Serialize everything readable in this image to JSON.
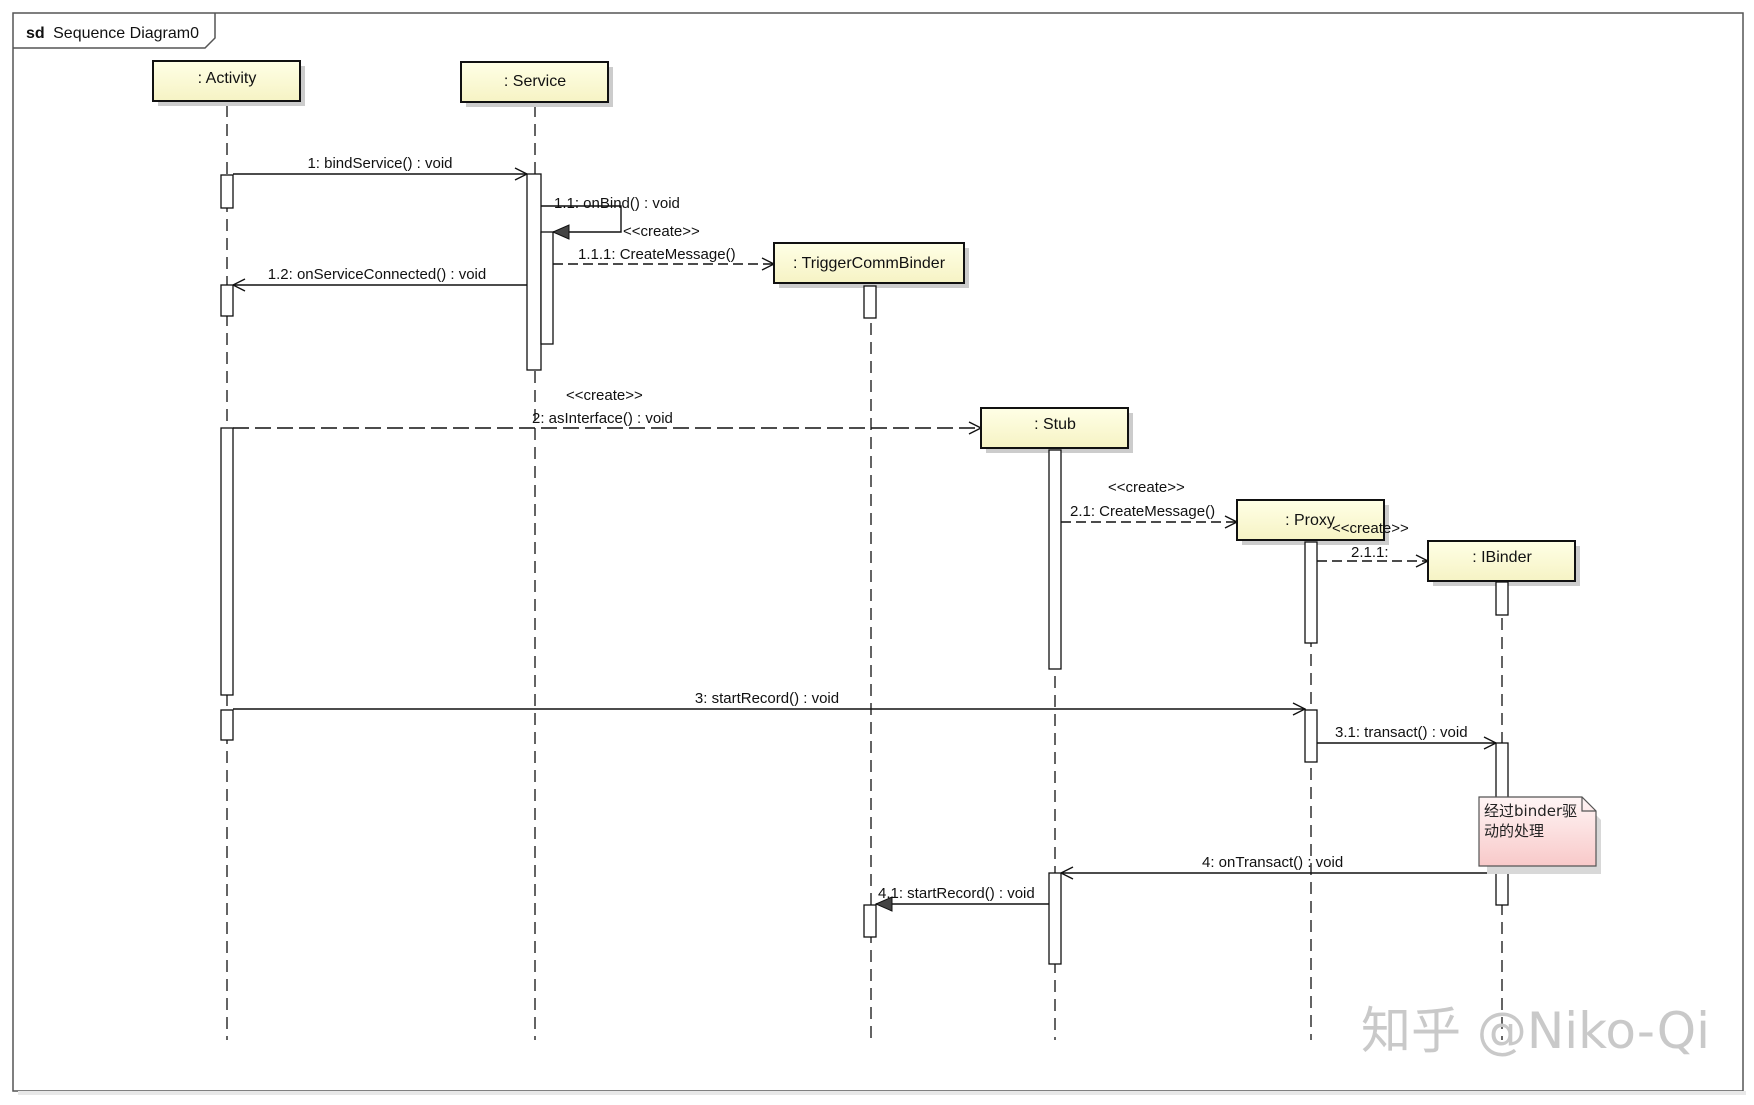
{
  "frame": {
    "keyword": "sd",
    "name": "Sequence Diagram0"
  },
  "lifelines": [
    {
      "id": "activity",
      "label": ": Activity"
    },
    {
      "id": "service",
      "label": ": Service"
    },
    {
      "id": "triggercommbinder",
      "label": ": TriggerCommBinder"
    },
    {
      "id": "stub",
      "label": ": Stub"
    },
    {
      "id": "proxy",
      "label": ": Proxy"
    },
    {
      "id": "ibinder",
      "label": ": IBinder"
    }
  ],
  "messages": [
    {
      "id": "m1",
      "label": "1: bindService() : void",
      "from": "activity",
      "to": "service",
      "kind": "sync"
    },
    {
      "id": "m1_1",
      "label": "1.1: onBind() : void",
      "from": "service",
      "to": "service",
      "kind": "self"
    },
    {
      "id": "m1_1_1",
      "label": "1.1.1: CreateMessage()",
      "stereotype": "<<create>>",
      "from": "service",
      "to": "triggercommbinder",
      "kind": "create"
    },
    {
      "id": "m1_2",
      "label": "1.2: onServiceConnected() : void",
      "from": "service",
      "to": "activity",
      "kind": "sync"
    },
    {
      "id": "m2",
      "label": "2: asInterface() : void",
      "stereotype": "<<create>>",
      "from": "activity",
      "to": "stub",
      "kind": "create"
    },
    {
      "id": "m2_1",
      "label": "2.1: CreateMessage()",
      "stereotype": "<<create>>",
      "from": "stub",
      "to": "proxy",
      "kind": "create"
    },
    {
      "id": "m2_1_1",
      "label": "2.1.1:",
      "stereotype": "<<create>>",
      "from": "proxy",
      "to": "ibinder",
      "kind": "create"
    },
    {
      "id": "m3",
      "label": "3: startRecord() : void",
      "from": "activity",
      "to": "proxy",
      "kind": "sync"
    },
    {
      "id": "m3_1",
      "label": "3.1: transact() : void",
      "from": "proxy",
      "to": "ibinder",
      "kind": "sync"
    },
    {
      "id": "m4",
      "label": "4: onTransact() : void",
      "from": "ibinder",
      "to": "stub",
      "kind": "sync"
    },
    {
      "id": "m4_1",
      "label": "4.1: startRecord() : void",
      "from": "stub",
      "to": "triggercommbinder",
      "kind": "sync"
    }
  ],
  "note": {
    "lines": [
      "经过binder驱",
      "动的处理"
    ]
  },
  "watermark": "知乎 @Niko-Qi",
  "colors": {
    "head_fill_top": "#ffffe6",
    "head_fill_bottom": "#f6f3c4",
    "note_fill_top": "#fff5f5",
    "note_fill_bottom": "#f8c9c9",
    "line": "#111111",
    "watermark": "#c9c9c9"
  }
}
